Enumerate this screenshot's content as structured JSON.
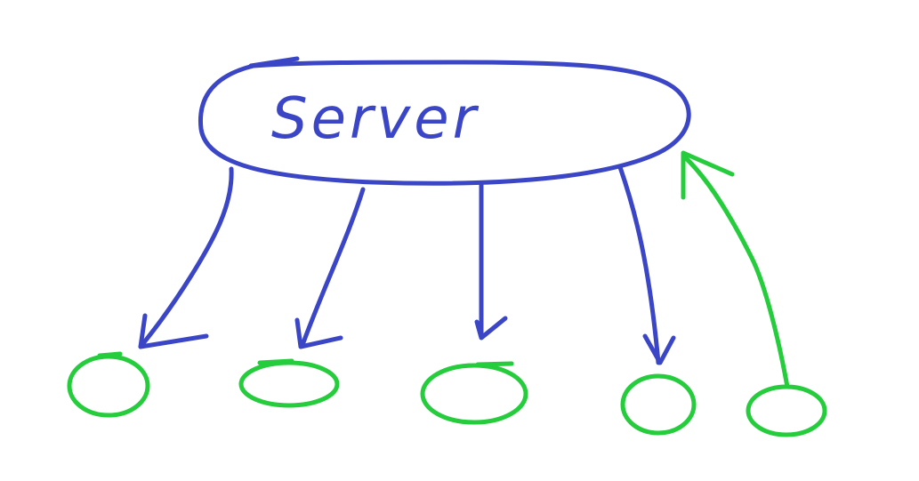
{
  "diagram": {
    "server_label": "Server",
    "colors": {
      "server": "#3b46c6",
      "clients": "#25cc3c"
    },
    "clients_count": 5,
    "edges": [
      {
        "from": "server",
        "to": "client-1"
      },
      {
        "from": "server",
        "to": "client-2"
      },
      {
        "from": "server",
        "to": "client-3"
      },
      {
        "from": "server",
        "to": "client-4"
      },
      {
        "from": "client-5",
        "to": "server"
      }
    ]
  }
}
